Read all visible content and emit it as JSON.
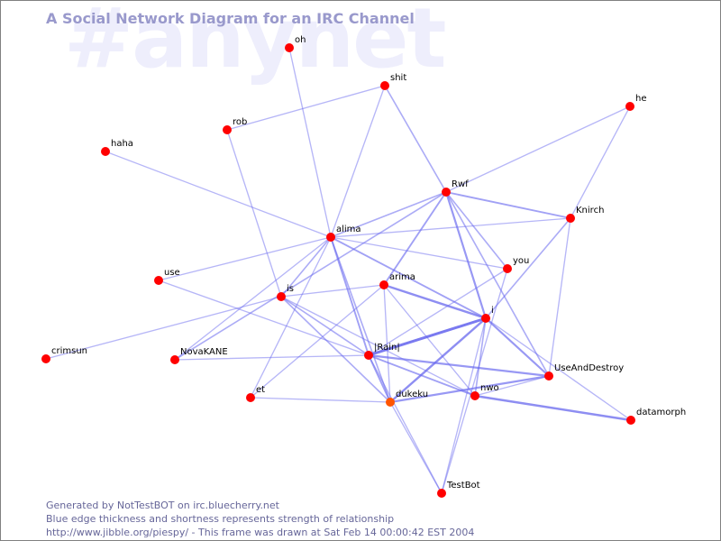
{
  "watermark": "#anynet",
  "title": "A Social Network Diagram for an IRC Channel",
  "colors": {
    "node": "#ff0000",
    "node_highlight": "#ff5500",
    "edge": "#6666ee",
    "title": "#9999cc",
    "footer": "#666699",
    "watermark": "#eeeefc"
  },
  "nodes": [
    {
      "id": "oh",
      "label": "oh"
    },
    {
      "id": "shit",
      "label": "shit"
    },
    {
      "id": "rob",
      "label": "rob"
    },
    {
      "id": "he",
      "label": "he"
    },
    {
      "id": "haha",
      "label": "haha"
    },
    {
      "id": "Rwf",
      "label": "Rwf"
    },
    {
      "id": "Knirch",
      "label": "Knirch"
    },
    {
      "id": "alima",
      "label": "alima"
    },
    {
      "id": "you",
      "label": "you"
    },
    {
      "id": "use",
      "label": "use"
    },
    {
      "id": "arima",
      "label": "arima"
    },
    {
      "id": "is",
      "label": "is"
    },
    {
      "id": "i",
      "label": "i"
    },
    {
      "id": "crimsun",
      "label": "crimsun"
    },
    {
      "id": "NovaKANE",
      "label": "NovaKANE"
    },
    {
      "id": "Rain",
      "label": "|Rain|"
    },
    {
      "id": "UseAndDestroy",
      "label": "UseAndDestroy"
    },
    {
      "id": "et",
      "label": "et"
    },
    {
      "id": "nwo",
      "label": "nwo"
    },
    {
      "id": "dukeku",
      "label": "dukeku",
      "highlight": true
    },
    {
      "id": "datamorph",
      "label": "datamorph"
    },
    {
      "id": "TestBot",
      "label": "TestBot"
    }
  ],
  "edges": [
    {
      "source": "oh",
      "target": "alima",
      "strength": 1
    },
    {
      "source": "rob",
      "target": "shit",
      "strength": 1
    },
    {
      "source": "rob",
      "target": "is",
      "strength": 1
    },
    {
      "source": "shit",
      "target": "alima",
      "strength": 1
    },
    {
      "source": "shit",
      "target": "Rwf",
      "strength": 1.5
    },
    {
      "source": "haha",
      "target": "alima",
      "strength": 1
    },
    {
      "source": "he",
      "target": "Rwf",
      "strength": 1
    },
    {
      "source": "he",
      "target": "Knirch",
      "strength": 1
    },
    {
      "source": "Rwf",
      "target": "alima",
      "strength": 1.5
    },
    {
      "source": "Rwf",
      "target": "Knirch",
      "strength": 2
    },
    {
      "source": "Rwf",
      "target": "arima",
      "strength": 2
    },
    {
      "source": "Rwf",
      "target": "i",
      "strength": 2.5
    },
    {
      "source": "Rwf",
      "target": "you",
      "strength": 1.5
    },
    {
      "source": "Rwf",
      "target": "UseAndDestroy",
      "strength": 1.5
    },
    {
      "source": "Rwf",
      "target": "NovaKANE",
      "strength": 1.5
    },
    {
      "source": "alima",
      "target": "Knirch",
      "strength": 1
    },
    {
      "source": "alima",
      "target": "you",
      "strength": 1
    },
    {
      "source": "alima",
      "target": "i",
      "strength": 2
    },
    {
      "source": "alima",
      "target": "use",
      "strength": 1
    },
    {
      "source": "alima",
      "target": "is",
      "strength": 1.5
    },
    {
      "source": "alima",
      "target": "Rain",
      "strength": 2
    },
    {
      "source": "alima",
      "target": "dukeku",
      "strength": 1.5
    },
    {
      "source": "alima",
      "target": "NovaKANE",
      "strength": 1
    },
    {
      "source": "alima",
      "target": "et",
      "strength": 1
    },
    {
      "source": "Knirch",
      "target": "i",
      "strength": 1.5
    },
    {
      "source": "Knirch",
      "target": "UseAndDestroy",
      "strength": 1
    },
    {
      "source": "you",
      "target": "Rain",
      "strength": 1
    },
    {
      "source": "you",
      "target": "TestBot",
      "strength": 1
    },
    {
      "source": "use",
      "target": "Rain",
      "strength": 1
    },
    {
      "source": "arima",
      "target": "is",
      "strength": 1
    },
    {
      "source": "arima",
      "target": "i",
      "strength": 3
    },
    {
      "source": "arima",
      "target": "dukeku",
      "strength": 1
    },
    {
      "source": "arima",
      "target": "nwo",
      "strength": 1
    },
    {
      "source": "arima",
      "target": "et",
      "strength": 1
    },
    {
      "source": "is",
      "target": "crimsun",
      "strength": 1
    },
    {
      "source": "is",
      "target": "Rain",
      "strength": 1.5
    },
    {
      "source": "is",
      "target": "dukeku",
      "strength": 1.5
    },
    {
      "source": "is",
      "target": "nwo",
      "strength": 1
    },
    {
      "source": "i",
      "target": "Rain",
      "strength": 4
    },
    {
      "source": "i",
      "target": "dukeku",
      "strength": 3
    },
    {
      "source": "i",
      "target": "UseAndDestroy",
      "strength": 2.5
    },
    {
      "source": "i",
      "target": "nwo",
      "strength": 1.5
    },
    {
      "source": "i",
      "target": "datamorph",
      "strength": 1
    },
    {
      "source": "i",
      "target": "TestBot",
      "strength": 1
    },
    {
      "source": "NovaKANE",
      "target": "Rain",
      "strength": 1
    },
    {
      "source": "Rain",
      "target": "UseAndDestroy",
      "strength": 2.5
    },
    {
      "source": "Rain",
      "target": "nwo",
      "strength": 2
    },
    {
      "source": "Rain",
      "target": "dukeku",
      "strength": 2
    },
    {
      "source": "Rain",
      "target": "TestBot",
      "strength": 1
    },
    {
      "source": "et",
      "target": "dukeku",
      "strength": 1
    },
    {
      "source": "dukeku",
      "target": "UseAndDestroy",
      "strength": 2.5
    },
    {
      "source": "dukeku",
      "target": "TestBot",
      "strength": 1
    },
    {
      "source": "nwo",
      "target": "datamorph",
      "strength": 3
    },
    {
      "source": "nwo",
      "target": "UseAndDestroy",
      "strength": 1
    }
  ],
  "footer": {
    "line1": "Generated by NotTestBOT on irc.bluecherry.net",
    "line2": "Blue edge thickness and shortness represents strength of relationship",
    "line3": "http://www.jibble.org/piespy/ - This frame was drawn at Sat Feb 14 00:00:42 EST 2004"
  }
}
